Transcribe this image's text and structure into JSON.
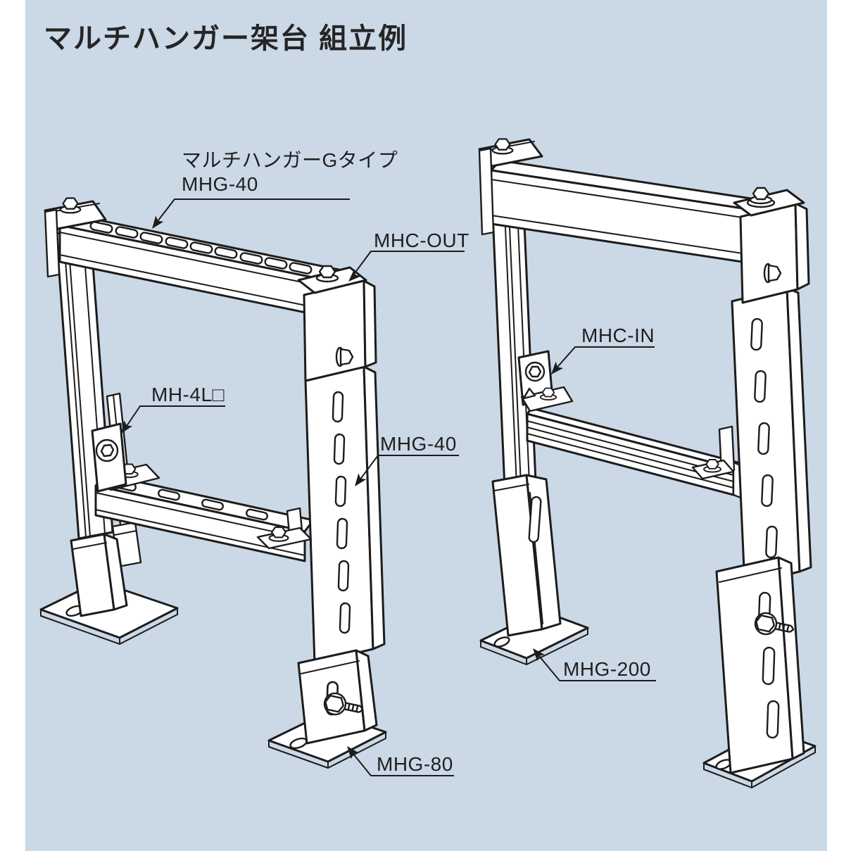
{
  "title": "マルチハンガー架台 組立例",
  "callouts": {
    "hanger_type": {
      "line1": "マルチハンガーGタイプ",
      "line2": "MHG-40"
    },
    "mhc_out": "MHC-OUT",
    "mh_4l": "MH-4L□",
    "mhg_40": "MHG-40",
    "mhg_80": "MHG-80",
    "mhc_in": "MHC-IN",
    "mhg_200": "MHG-200"
  },
  "colors": {
    "panel": "#cbd8e6",
    "line": "#1c1c1c",
    "text": "#1f1f1f"
  }
}
